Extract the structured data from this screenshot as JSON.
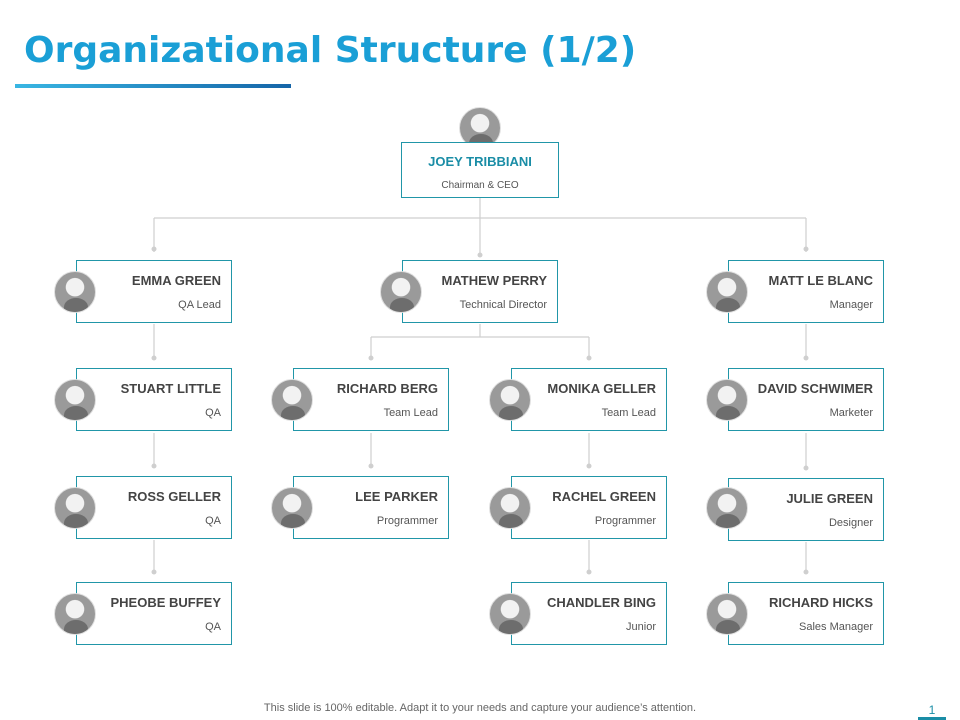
{
  "title": "Organizational Structure (1/2)",
  "footer": "This slide is 100% editable. Adapt it to your needs and capture your audience’s attention.",
  "page_number": "1",
  "colors": {
    "accent": "#1a9fd6",
    "border": "#2196a8",
    "connector": "#cfcfcf"
  },
  "ceo": {
    "name": "JOEY TRIBBIANI",
    "role": "Chairman  & CEO"
  },
  "people": [
    {
      "name": "EMMA GREEN",
      "role": "QA  Lead"
    },
    {
      "name": "MATHEW PERRY",
      "role": "Technical Director"
    },
    {
      "name": "MATT LE BLANC",
      "role": "Manager"
    },
    {
      "name": "STUART  LITTLE",
      "role": "QA"
    },
    {
      "name": "RICHARD BERG",
      "role": "Team Lead"
    },
    {
      "name": "MONIKA GELLER",
      "role": "Team Lead"
    },
    {
      "name": "DAVID SCHWIMER",
      "role": "Marketer"
    },
    {
      "name": "ROSS GELLER",
      "role": "QA"
    },
    {
      "name": "LEE PARKER",
      "role": "Programmer"
    },
    {
      "name": "RACHEL GREEN",
      "role": "Programmer"
    },
    {
      "name": "JULIE GREEN",
      "role": "Designer"
    },
    {
      "name": "PHEOBE BUFFEY",
      "role": "QA"
    },
    {
      "name": "CHANDLER BING",
      "role": "Junior"
    },
    {
      "name": "RICHARD HICKS",
      "role": "Sales Manager"
    }
  ]
}
